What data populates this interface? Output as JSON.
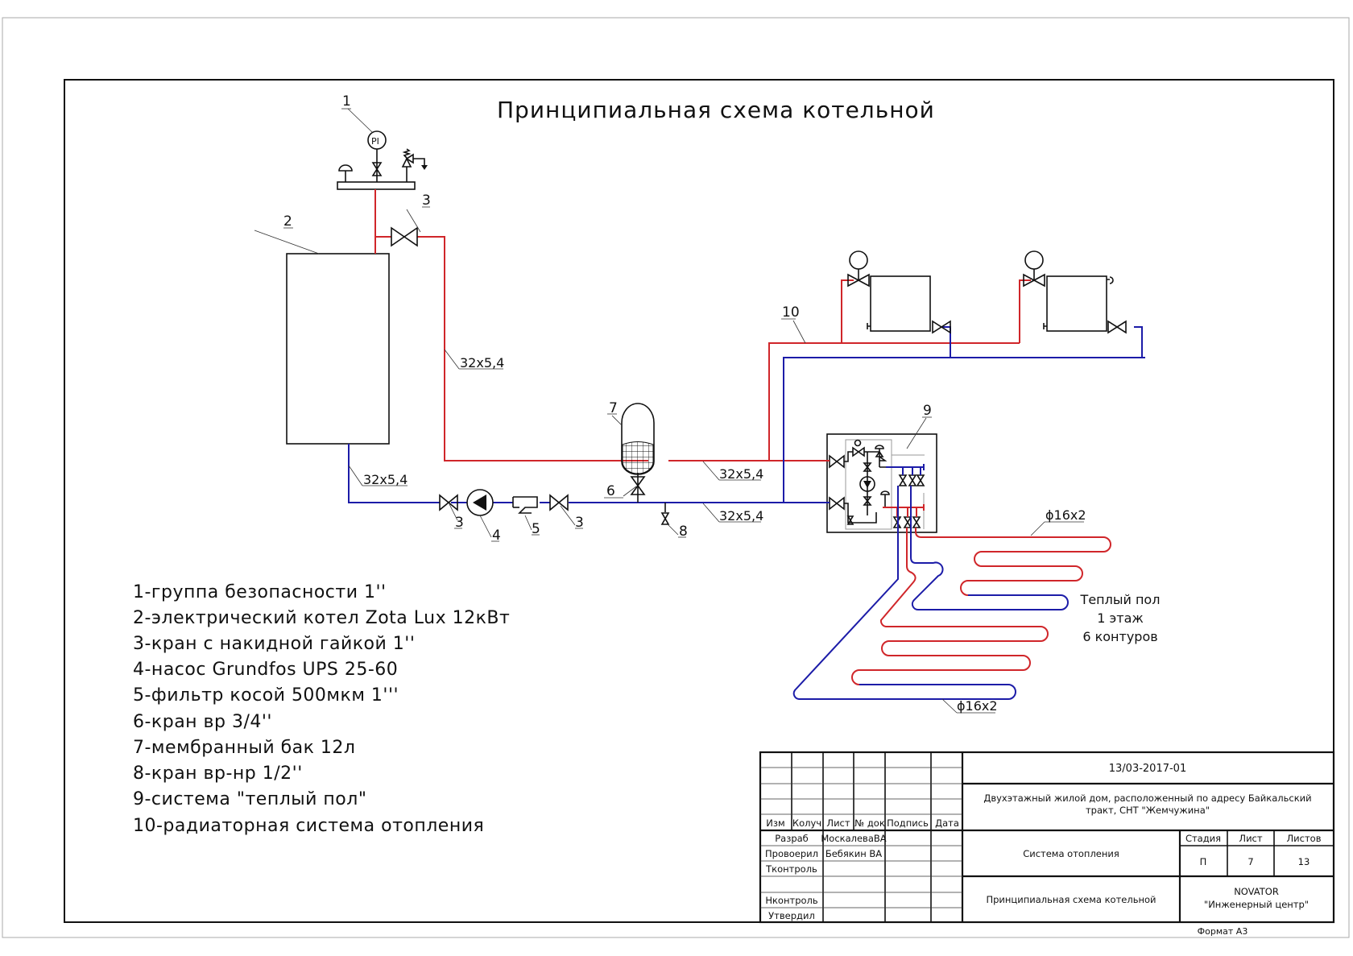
{
  "drawing": {
    "title": "Принципиальная схема котельной",
    "colors": {
      "supply": "#d0262a",
      "return": "#1c1ca8",
      "line": "#111111"
    },
    "positions": {
      "p1": "1",
      "p2": "2",
      "p3a": "3",
      "p3b": "3",
      "p3c": "3",
      "p4": "4",
      "p5": "5",
      "p6": "6",
      "p7": "7",
      "p8": "8",
      "p9": "9",
      "p10": "10"
    },
    "gauge_label": "PI",
    "pipe_labels": {
      "riser_supply": "32x5,4",
      "boiler_return": "32x5,4",
      "main_supply": "32x5,4",
      "main_return": "32x5,4",
      "floor_supply": "ϕ16x2",
      "floor_return": "ϕ16x2"
    },
    "floor_note": [
      "Теплый пол",
      "1 этаж",
      "6 контуров"
    ]
  },
  "legend": [
    "1-группа безопасности 1''",
    "2-электрический котел Zota Lux 12кВт",
    "3-кран  с накидной гайкой 1''",
    "4-насос Grundfos UPS 25-60",
    "5-фильтр косой 500мкм 1'''",
    "6-кран вр 3/4''",
    "7-мембранный бак 12л",
    "8-кран вр-нр 1/2''",
    "9-система \"теплый пол\"",
    "10-радиаторная система отопления"
  ],
  "title_block": {
    "doc_code": "13/03-2017-01",
    "project_line1": "Двухэтажный жилой дом, расположенный по адресу Байкальский",
    "project_line2": "тракт, СНТ \"Жемчужина\"",
    "headers": [
      "Изм",
      "Колуч",
      "Лист",
      "№ док",
      "Подпись",
      "Дата"
    ],
    "roles": [
      {
        "role": "Разраб",
        "name": "МоскалеваВА"
      },
      {
        "role": "Провоерил",
        "name": "Бебякин ВА"
      },
      {
        "role": "Тконтроль",
        "name": ""
      },
      {
        "role": "",
        "name": ""
      },
      {
        "role": "Нконтроль",
        "name": ""
      },
      {
        "role": "Утвердил",
        "name": ""
      }
    ],
    "section": "Система отопления",
    "sheet_title": "Принципиальная схема котельной",
    "stage_header": "Стадия",
    "sheet_header": "Лист",
    "sheets_header": "Листов",
    "stage": "П",
    "sheet": "7",
    "sheets": "13",
    "org_line1": "NOVATOR",
    "org_line2": "\"Инженерный центр\"",
    "format": "Формат А3"
  }
}
